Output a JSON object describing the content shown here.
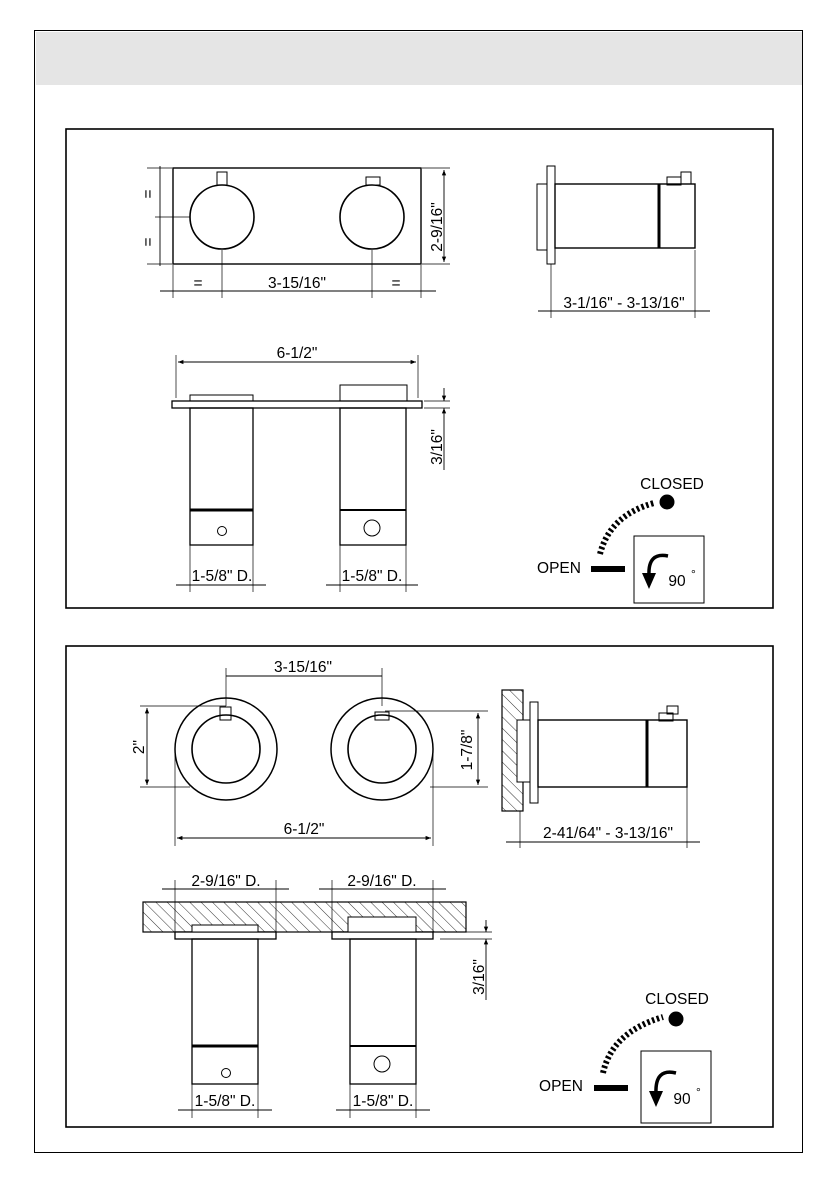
{
  "labels": {
    "eq": "=",
    "w_3_15_16": "3-15/16\"",
    "h_2_9_16": "2-9/16\"",
    "depth_top": "3-1/16\" - 3-13/16\"",
    "w_6_1_2": "6-1/2\"",
    "t_3_16": "3/16\"",
    "d_1_5_8": "1-5/8\" D.",
    "closed": "CLOSED",
    "open": "OPEN",
    "rot_90": "90",
    "deg": "°",
    "h_2": "2\"",
    "h_1_7_8": "1-7/8\"",
    "depth_bottom": "2-41/64\" - 3-13/16\"",
    "d_2_9_16": "2-9/16\" D."
  },
  "colors": {
    "line": "#000000",
    "header": "#e5e5e5",
    "hatch": "#000000"
  },
  "icons": [
    "rotate-90-arrow-icon",
    "closed-dot-icon",
    "open-bar-icon"
  ]
}
